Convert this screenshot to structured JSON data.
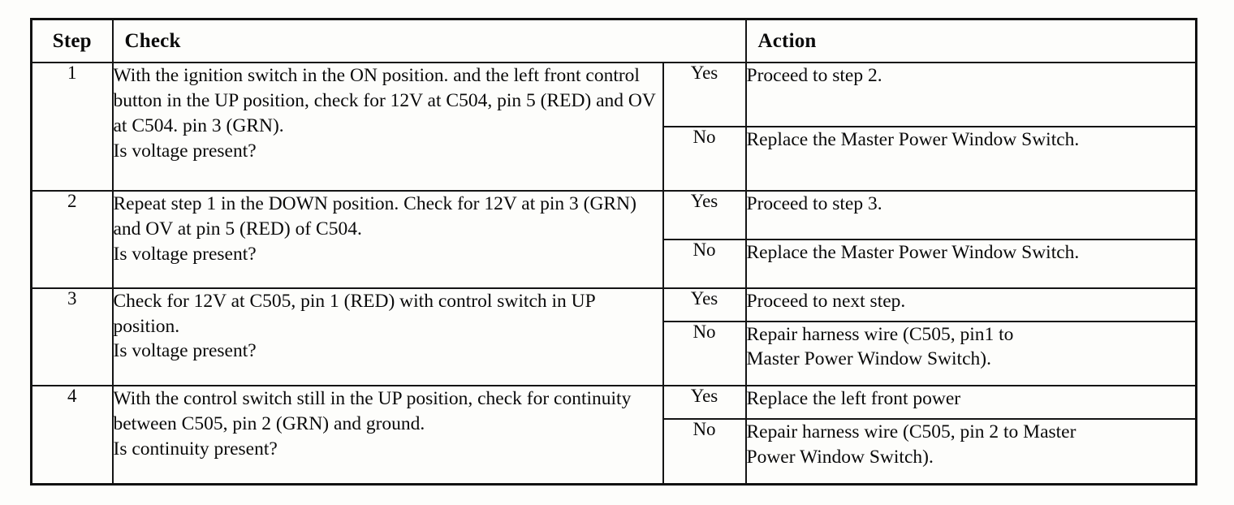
{
  "table": {
    "headers": {
      "step": "Step",
      "check": "Check",
      "action": "Action"
    },
    "answer_labels": {
      "yes": "Yes",
      "no": "No"
    },
    "rows": [
      {
        "step": "1",
        "check": "With the ignition switch in the ON position. and the left front control button in the UP position, check for 12V at C504, pin 5 (RED) and OV at C504. pin 3 (GRN).\nIs voltage present?",
        "yes_label": "Yes",
        "yes_action": "Proceed to step 2.",
        "no_label": "No",
        "no_action": "Replace the Master Power Window Switch."
      },
      {
        "step": "2",
        "check": "Repeat step 1 in the DOWN position. Check for 12V at pin 3 (GRN) and OV at pin 5 (RED) of C504.\nIs voltage present?",
        "yes_label": "Yes",
        "yes_action": "Proceed to step 3.",
        "no_label": "No",
        "no_action": "Replace the Master Power Window Switch."
      },
      {
        "step": "3",
        "check": "Check for 12V at C505, pin 1 (RED) with control switch in UP position.\nIs voltage present?",
        "yes_label": "Yes",
        "yes_action": "Proceed to next step.",
        "no_label": "No",
        "no_action": "Repair harness wire (C505, pin1 to\nMaster Power Window Switch)."
      },
      {
        "step": "4",
        "check": "With the control switch still in the UP position, check for continuity  between C505, pin 2 (GRN) and ground.\nIs continuity present?",
        "yes_label": "Yes",
        "yes_action": "Replace the left front power",
        "no_label": "No",
        "no_action": "Repair harness wire (C505, pin 2 to Master\nPower Window Switch)."
      }
    ]
  },
  "colors": {
    "ink": "#0a0a0a",
    "rule": "#141414",
    "page_background": "#fdfdfb"
  }
}
